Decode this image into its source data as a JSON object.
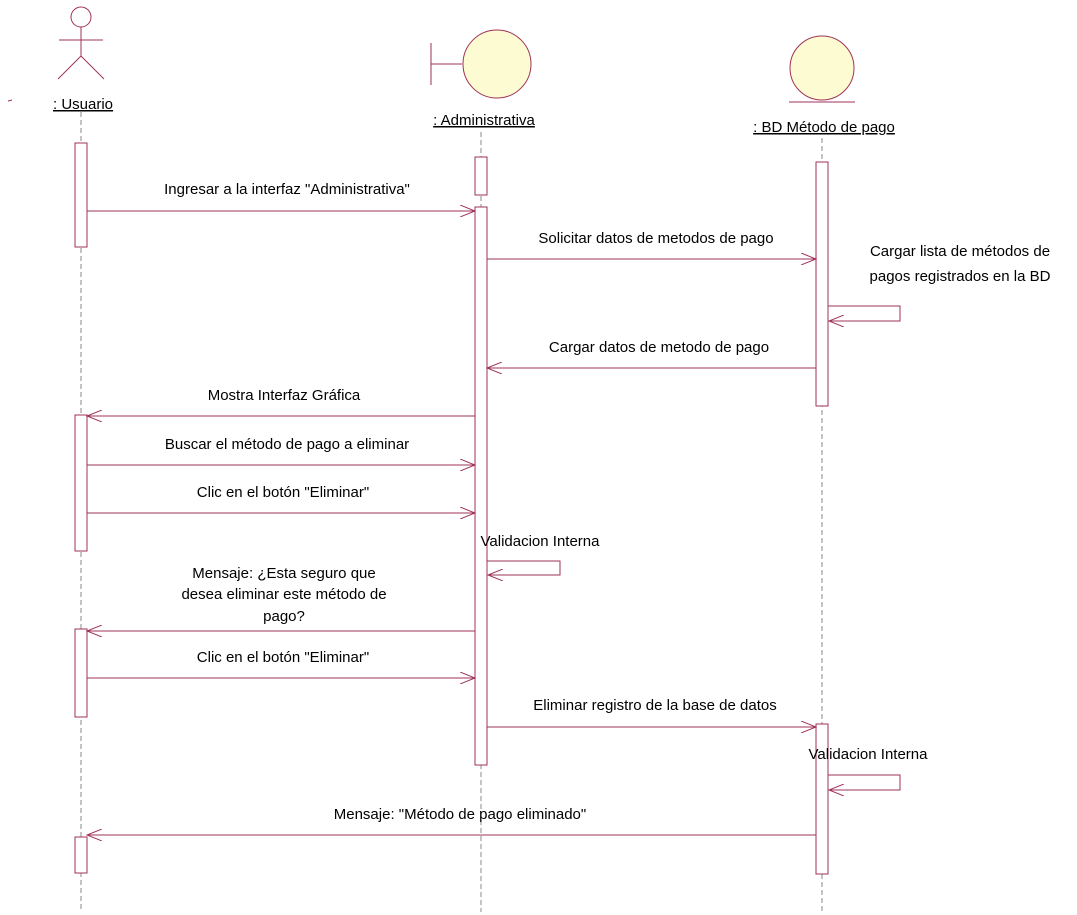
{
  "diagram": {
    "participants": [
      {
        "id": "usuario",
        "label": ": Usuario",
        "kind": "actor"
      },
      {
        "id": "administrativa",
        "label": ": Administrativa",
        "kind": "boundary"
      },
      {
        "id": "bd",
        "label": ": BD Método de pago",
        "kind": "entity"
      }
    ],
    "messages": [
      {
        "id": "m1",
        "text": "Ingresar a la interfaz \"Administrativa\"",
        "from": "usuario",
        "to": "administrativa"
      },
      {
        "id": "m2",
        "text": "Solicitar datos de metodos de pago",
        "from": "administrativa",
        "to": "bd"
      },
      {
        "id": "m3",
        "text": "Cargar lista de métodos de pagos registrados en la BD",
        "line1": "Cargar lista de métodos de",
        "line2": "pagos registrados en la BD",
        "from": "bd",
        "to": "bd"
      },
      {
        "id": "m4",
        "text": "Cargar datos de metodo de pago",
        "from": "bd",
        "to": "administrativa"
      },
      {
        "id": "m5",
        "text": "Mostra Interfaz Gráfica",
        "from": "administrativa",
        "to": "usuario"
      },
      {
        "id": "m6",
        "text": "Buscar el método de pago a eliminar",
        "from": "usuario",
        "to": "administrativa"
      },
      {
        "id": "m7",
        "text": "Clic en el botón \"Eliminar\"",
        "from": "usuario",
        "to": "administrativa"
      },
      {
        "id": "m8",
        "text": "Validacion Interna",
        "from": "administrativa",
        "to": "administrativa"
      },
      {
        "id": "m9",
        "text": "Mensaje: ¿Esta seguro que desea eliminar este método de pago?",
        "line1": "Mensaje: ¿Esta seguro que",
        "line2": "desea eliminar este método de",
        "line3": "pago?",
        "from": "administrativa",
        "to": "usuario"
      },
      {
        "id": "m10",
        "text": "Clic en el botón \"Eliminar\"",
        "from": "usuario",
        "to": "administrativa"
      },
      {
        "id": "m11",
        "text": "Eliminar registro de la base de datos",
        "from": "administrativa",
        "to": "bd"
      },
      {
        "id": "m12",
        "text": "Validacion Interna",
        "from": "bd",
        "to": "bd"
      },
      {
        "id": "m13",
        "text": "Mensaje: \"Método de pago eliminado\"",
        "from": "bd",
        "to": "usuario"
      }
    ],
    "colors": {
      "line": "#a0325a",
      "symbol_fill": "#fdfbd2",
      "lifeline": "#8a8a8a",
      "text": "#000000"
    }
  }
}
